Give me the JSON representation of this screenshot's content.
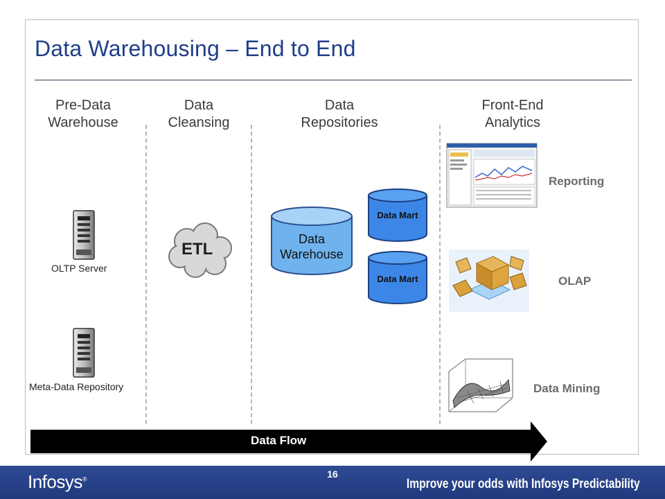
{
  "slide": {
    "title": "Data Warehousing – End to End",
    "page_number": "16"
  },
  "columns": [
    {
      "heading": "Pre-Data\nWarehouse"
    },
    {
      "heading": "Data\nCleansing"
    },
    {
      "heading": "Data\nRepositories"
    },
    {
      "heading": "Front-End\nAnalytics"
    }
  ],
  "pre_data": {
    "oltp_label": "OLTP Server",
    "meta_label": "Meta-Data Repository"
  },
  "cleansing": {
    "etl_label": "ETL"
  },
  "repositories": {
    "warehouse_label_1": "Data",
    "warehouse_label_2": "Warehouse",
    "mart_1_label": "Data Mart",
    "mart_2_label": "Data Mart",
    "colors": {
      "cylinder_fill": "#3b86e6",
      "warehouse_fill": "#6fb3ee"
    }
  },
  "analytics": {
    "reporting_label": "Reporting",
    "olap_label": "OLAP",
    "mining_label": "Data Mining"
  },
  "flow": {
    "label": "Data Flow"
  },
  "footer": {
    "logo": "Infosys",
    "logo_mark": "®",
    "tagline": "Improve your odds with Infosys Predictability",
    "color": "#24407f"
  }
}
